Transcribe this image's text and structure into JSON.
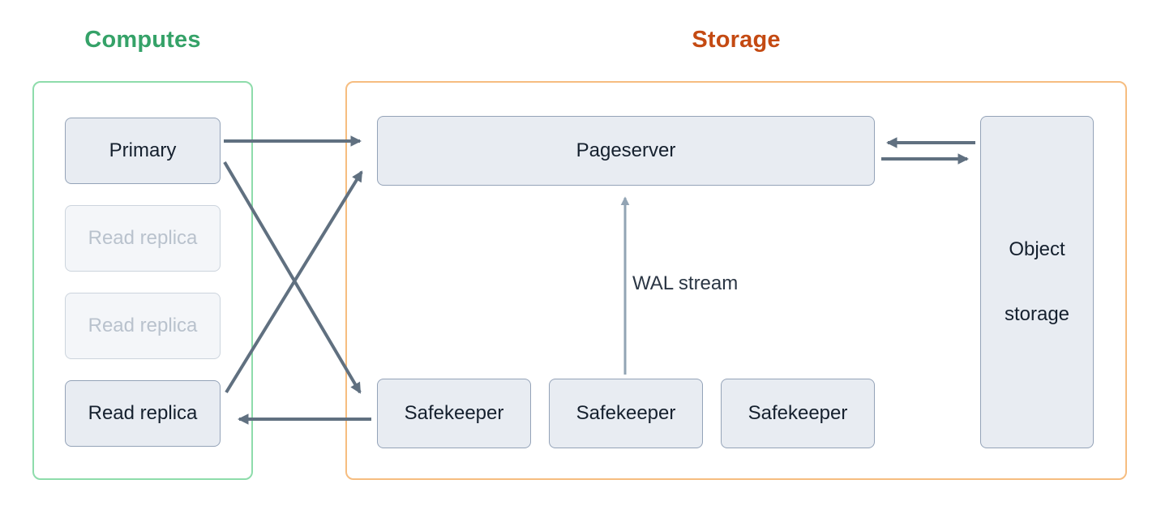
{
  "computes": {
    "title": "Computes",
    "title_color": "#35a268",
    "border_color": "#8edcab",
    "nodes": [
      {
        "label": "Primary",
        "state": "active"
      },
      {
        "label": "Read replica",
        "state": "inactive"
      },
      {
        "label": "Read replica",
        "state": "inactive"
      },
      {
        "label": "Read replica",
        "state": "active"
      }
    ]
  },
  "storage": {
    "title": "Storage",
    "title_color": "#c44a12",
    "border_color": "#f6bd80",
    "pageserver": {
      "label": "Pageserver"
    },
    "safekeepers": [
      {
        "label": "Safekeeper"
      },
      {
        "label": "Safekeeper"
      },
      {
        "label": "Safekeeper"
      }
    ],
    "object_storage": {
      "line1": "Object",
      "line2": "storage"
    },
    "wal_stream_label": "WAL stream"
  },
  "edges": [
    {
      "from": "primary",
      "to": "pageserver"
    },
    {
      "from": "primary",
      "to": "safekeeper-1"
    },
    {
      "from": "read-replica-3",
      "to": "pageserver"
    },
    {
      "from": "safekeeper-1",
      "to": "read-replica-3"
    },
    {
      "from": "safekeeper-2",
      "to": "pageserver",
      "label": "WAL stream"
    },
    {
      "from": "object-storage",
      "to": "pageserver"
    },
    {
      "from": "pageserver",
      "to": "object-storage"
    }
  ],
  "colors": {
    "node_fill": "#e8ecf2",
    "node_border": "#94a3b8",
    "node_inactive_fill": "#f4f6f9",
    "node_inactive_text": "#b9c2cd",
    "arrow": "#607080",
    "wal_arrow": "#92a4b4"
  }
}
